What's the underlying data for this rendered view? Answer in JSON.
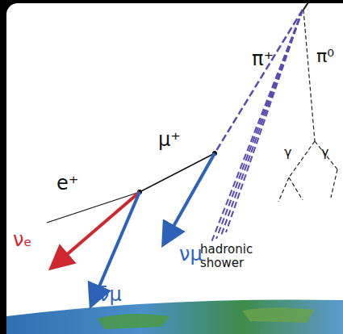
{
  "diagram": {
    "labels": [
      "π⁺",
      "π⁰",
      "γ",
      "γ",
      "μ⁺",
      "hadronic shower",
      "e⁺",
      "νₑ",
      "νμ",
      "ν̄μ"
    ]
  }
}
